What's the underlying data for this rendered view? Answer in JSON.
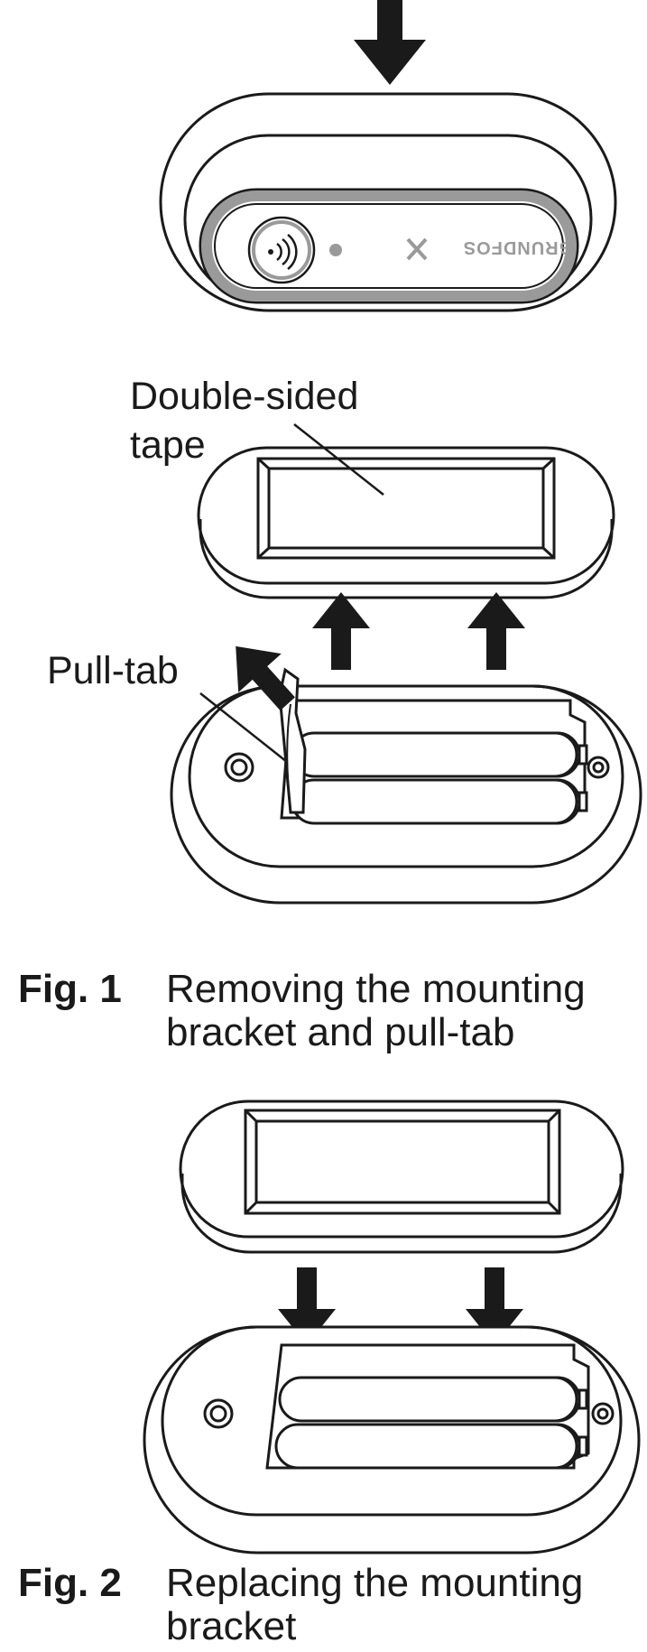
{
  "device": {
    "brand_text": "GRUNDFOS",
    "brand_icon": "grundfos-x-logo",
    "button_icon": "wireless-signal-icon"
  },
  "fig1": {
    "label_tape_line1": "Double-sided",
    "label_tape_line2": "tape",
    "label_pulltab": "Pull-tab",
    "caption_number": "Fig. 1",
    "caption_line1": "Removing the mounting",
    "caption_line2": "bracket and pull-tab"
  },
  "fig2": {
    "caption_number": "Fig. 2",
    "caption_line1": "Replacing the mounting",
    "caption_line2": "bracket"
  }
}
